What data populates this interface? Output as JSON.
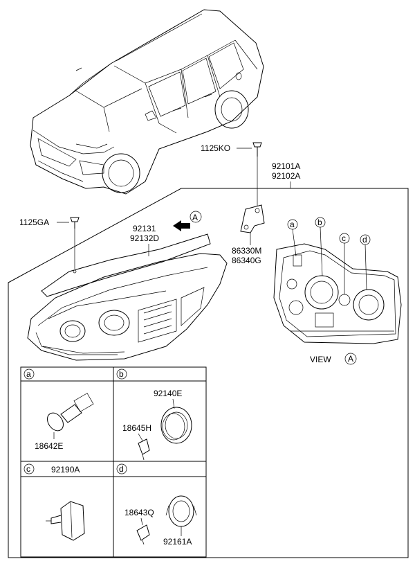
{
  "labels": {
    "part_1125KO": "1125KO",
    "part_92101A": "92101A",
    "part_92102A": "92102A",
    "part_1125GA": "1125GA",
    "part_92131": "92131",
    "part_92132D": "92132D",
    "part_86330M": "86330M",
    "part_86340G": "86340G",
    "view_label": "VIEW",
    "view_marker": "A",
    "arrow_marker": "A",
    "part_18642E": "18642E",
    "part_92140E": "92140E",
    "part_18645H": "18645H",
    "part_92190A": "92190A",
    "part_18643Q": "18643Q",
    "part_92161A": "92161A"
  },
  "callouts": {
    "a": "a",
    "b": "b",
    "c": "c",
    "d": "d"
  },
  "cells": {
    "a": "a",
    "b": "b",
    "c": "c",
    "d": "d"
  }
}
